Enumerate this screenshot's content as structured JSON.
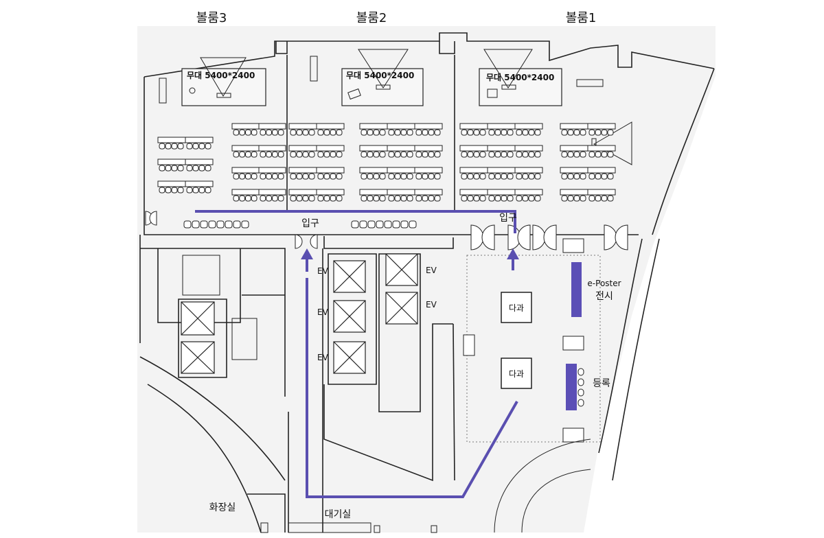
{
  "rooms": [
    {
      "name": "볼룸3",
      "stage": "무대 5400*2400"
    },
    {
      "name": "볼룸2",
      "stage": "무대 5400*2400"
    },
    {
      "name": "볼룸1",
      "stage": "무대 5400*2400"
    }
  ],
  "entrances": [
    "입구",
    "입구"
  ],
  "elevators": [
    "EV",
    "EV",
    "EV",
    "EV",
    "EV"
  ],
  "tea_tables": [
    "다과",
    "다과"
  ],
  "eposter": {
    "line1": "e-Poster",
    "line2": "전시"
  },
  "registration": "등록",
  "restroom": "화장실",
  "waiting_room": "대기실",
  "colors": {
    "route": "#5a4fb0",
    "wall": "#222222",
    "floor": "#f3f3f3",
    "counter": "#5b4fb6"
  }
}
